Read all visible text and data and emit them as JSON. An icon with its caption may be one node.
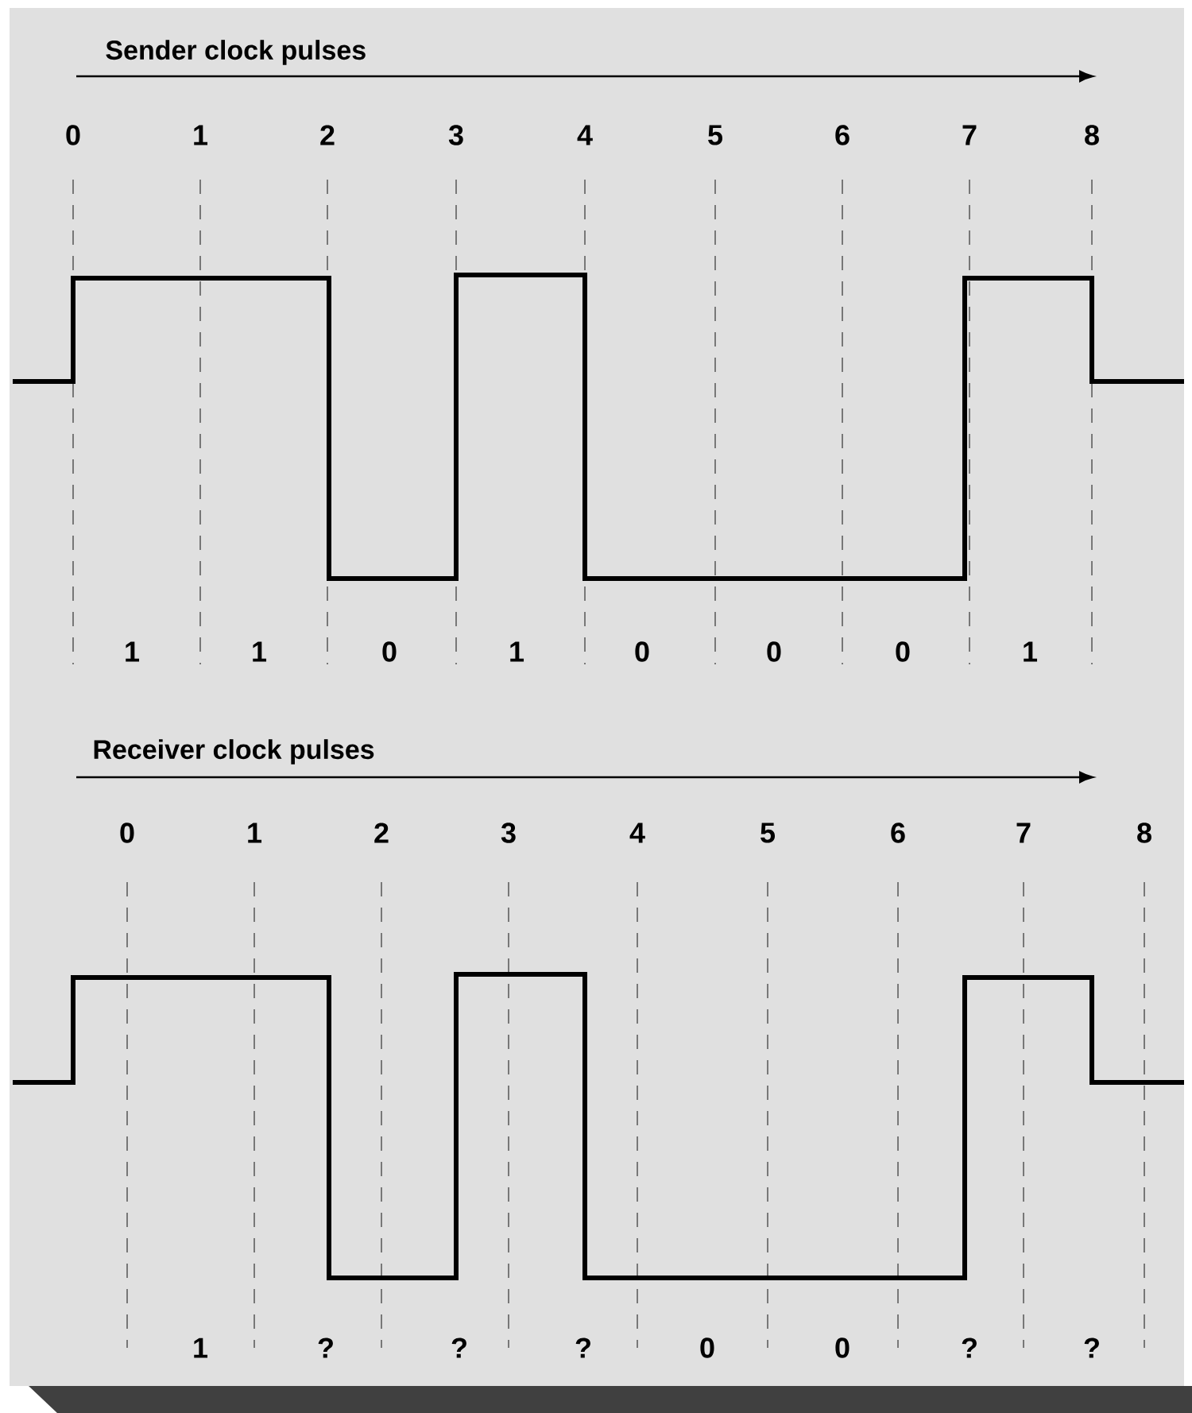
{
  "diagram": {
    "labels": [
      "Sender clock pulses",
      "0",
      "1",
      "2",
      "3",
      "4",
      "5",
      "6",
      "7",
      "8",
      "1",
      "1",
      "0",
      "1",
      "0",
      "0",
      "0",
      "1",
      "Receiver clock pulses",
      "0",
      "1",
      "2",
      "3",
      "4",
      "5",
      "6",
      "7",
      "8",
      "1",
      "?",
      "?",
      "?",
      "0",
      "0",
      "?",
      "?"
    ]
  }
}
